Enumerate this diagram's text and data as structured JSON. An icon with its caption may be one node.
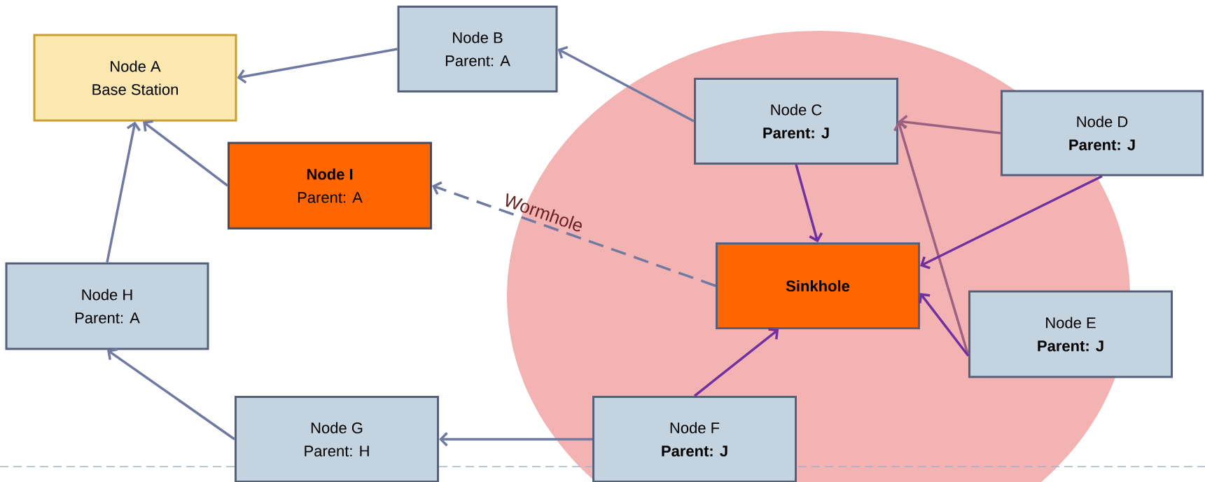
{
  "diagram": {
    "nodes": [
      {
        "text": [
          "Node A",
          "Base Station"
        ]
      },
      {
        "text": [
          "Node B",
          "Parent: A"
        ]
      },
      {
        "text": [
          "Node C",
          "Parent: J"
        ]
      },
      {
        "text": [
          "Node D",
          "Parent: J"
        ]
      },
      {
        "text": [
          "Node I",
          "Parent: A"
        ]
      },
      {
        "text": [
          "Sinkhole"
        ]
      },
      {
        "text": [
          "Node H",
          "Parent: A"
        ]
      },
      {
        "text": [
          "Node E",
          "Parent: J"
        ]
      },
      {
        "text": [
          "Node G",
          "Parent: H"
        ]
      },
      {
        "text": [
          "Node F",
          "Parent: J"
        ]
      }
    ],
    "edges": [
      {
        "from": 1,
        "to": 0,
        "arrow": "to"
      },
      {
        "from": 4,
        "to": 0,
        "arrow": "to"
      },
      {
        "from": 6,
        "to": 0,
        "arrow": "to"
      },
      {
        "from": 2,
        "to": 1,
        "arrow": "to"
      },
      {
        "from": 3,
        "to": 2,
        "arrow": "to",
        "color": "#9c6080"
      },
      {
        "from": 7,
        "to": 2,
        "arrow": "to",
        "color": "#9c6080"
      },
      {
        "from": 2,
        "to": 5,
        "arrow": "to",
        "color": "#7030a0"
      },
      {
        "from": 3,
        "to": 5,
        "arrow": "to",
        "color": "#7030a0"
      },
      {
        "from": 7,
        "to": 5,
        "arrow": "to",
        "color": "#7030a0"
      },
      {
        "from": 9,
        "to": 5,
        "arrow": "to",
        "color": "#7030a0"
      },
      {
        "from": 9,
        "to": 8,
        "arrow": "to"
      },
      {
        "from": 8,
        "to": 6,
        "arrow": "to"
      },
      {
        "from": 5,
        "to": 4,
        "arrow": "to",
        "style": "dashed",
        "label": "Wormhole"
      }
    ]
  }
}
